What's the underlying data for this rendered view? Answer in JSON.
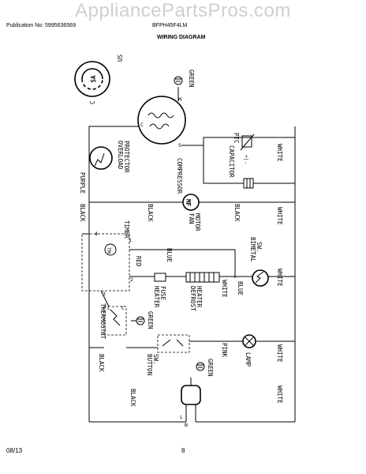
{
  "watermark": "AppliancePartsPros.com",
  "header": {
    "publication": "Publication No: 5995636569",
    "model": "BFPH45F4LM",
    "title": "WIRING DIAGRAM"
  },
  "footer": {
    "date": "08/13",
    "page": "8"
  },
  "logo": {
    "mark": "SA",
    "c": "C",
    "us": "US"
  },
  "labels": {
    "green_top": "GREEN",
    "ptc": "PTC",
    "white": "WHITE",
    "capacitor": "CAPACITOR",
    "compressor": "COMPRESSOR",
    "overload": "OVERLOAD",
    "protector": "PROTECTOR",
    "purple": "PURPLE",
    "black": "BLACK",
    "fan": "FAN",
    "motor": "MOTOR",
    "mf": "MF",
    "timer": "TIMER",
    "tm": "TM",
    "red": "RED",
    "blue": "BLUE",
    "heater": "HEATER",
    "fuse": "FUSE",
    "defrost": "DEFROST",
    "bimetal": "BIMETAL",
    "sw_dot": "SW.",
    "thermostat": "THERMOSTAT",
    "green": "GREEN",
    "button": "BUTTON",
    "sw": "SW.",
    "pink": "PINK",
    "lamp": "LAMP",
    "plug_l": "L",
    "plug_n": "N",
    "pin_c": "C",
    "pin_s": "S",
    "pin_m": "M",
    "t1": "1",
    "t2": "2",
    "t3": "3",
    "t4": "4",
    "th_l": "L",
    "th_c": "C",
    "cap_pm": "+|-"
  }
}
